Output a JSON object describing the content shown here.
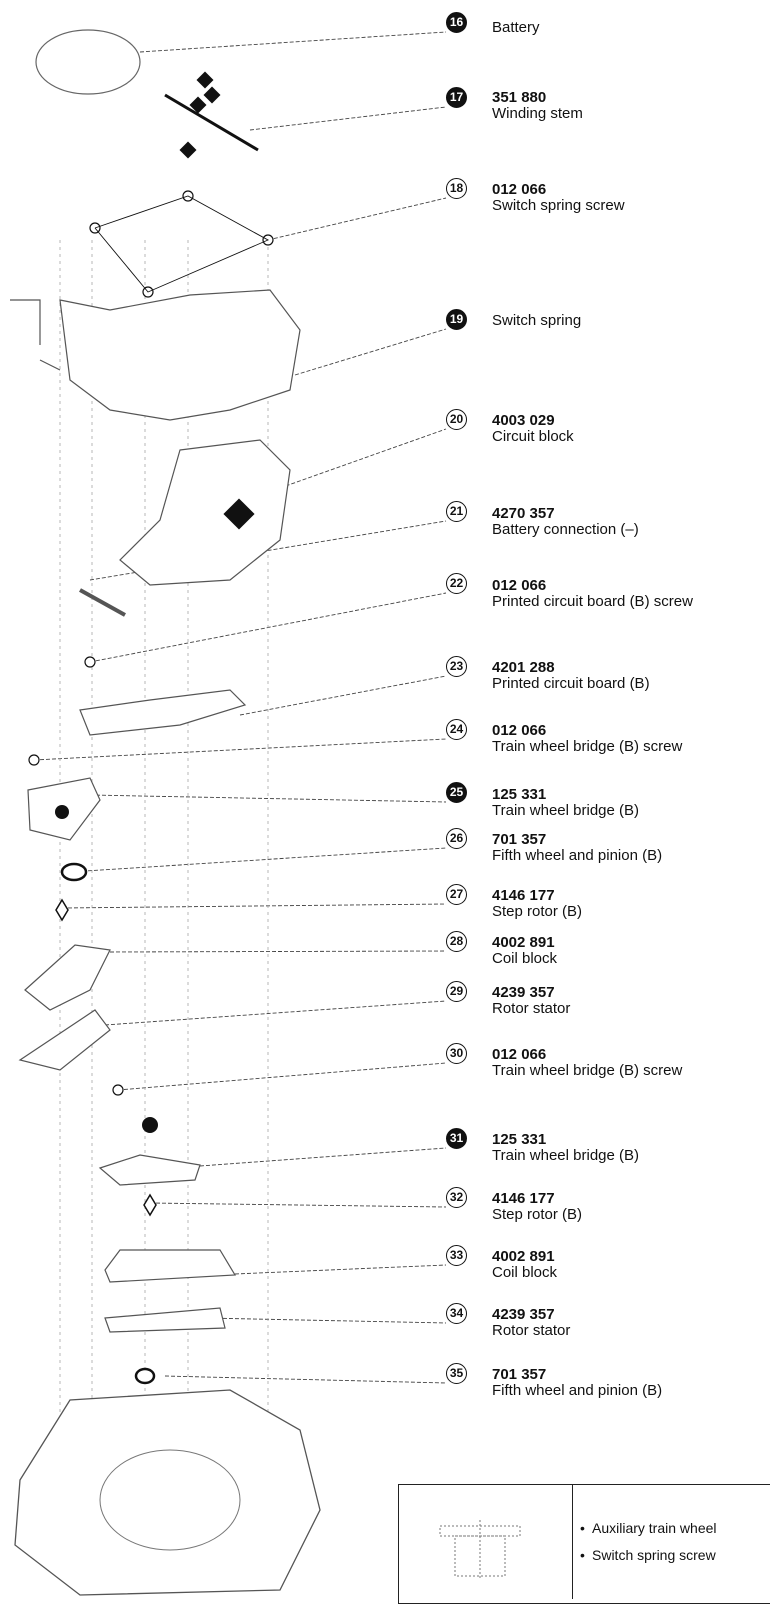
{
  "parts": [
    {
      "ref": "16",
      "number": "",
      "name": "Battery"
    },
    {
      "ref": "17",
      "number": "351 880",
      "name": "Winding  stem"
    },
    {
      "ref": "18",
      "number": "012 066",
      "name": "Switch spring screw"
    },
    {
      "ref": "19",
      "number": "",
      "name": "Switch  spring"
    },
    {
      "ref": "20",
      "number": "4003 029",
      "name": "Circuit block"
    },
    {
      "ref": "21",
      "number": "4270 357",
      "name": "Battery connection (–)"
    },
    {
      "ref": "22",
      "number": "012 066",
      "name": "Printed circuit board (B) screw"
    },
    {
      "ref": "23",
      "number": "4201 288",
      "name": "Printed circuit board (B)"
    },
    {
      "ref": "24",
      "number": "012 066",
      "name": "Train wheel bridge (B) screw"
    },
    {
      "ref": "25",
      "number": "125 331",
      "name": "Train wheel bridge (B)"
    },
    {
      "ref": "26",
      "number": "701 357",
      "name": "Fifth wheel and pinion (B)"
    },
    {
      "ref": "27",
      "number": "4146 177",
      "name": "Step rotor (B)"
    },
    {
      "ref": "28",
      "number": "4002 891",
      "name": "Coil block"
    },
    {
      "ref": "29",
      "number": "4239 357",
      "name": "Rotor  stator"
    },
    {
      "ref": "30",
      "number": "012 066",
      "name": "Train wheel bridge (B) screw"
    },
    {
      "ref": "31",
      "number": "125 331",
      "name": "Train  wheel  bridge  (B)"
    },
    {
      "ref": "32",
      "number": "4146 177",
      "name": "Step rotor (B)"
    },
    {
      "ref": "33",
      "number": "4002 891",
      "name": "Coil  block"
    },
    {
      "ref": "34",
      "number": "4239 357",
      "name": "Rotor stator"
    },
    {
      "ref": "35",
      "number": "701 357",
      "name": "Fifth wheel and pinion (B)"
    }
  ],
  "notes": [
    "Auxiliary train wheel",
    "Switch spring screw"
  ],
  "colors": {
    "ink": "#111111",
    "paper": "#ffffff"
  }
}
